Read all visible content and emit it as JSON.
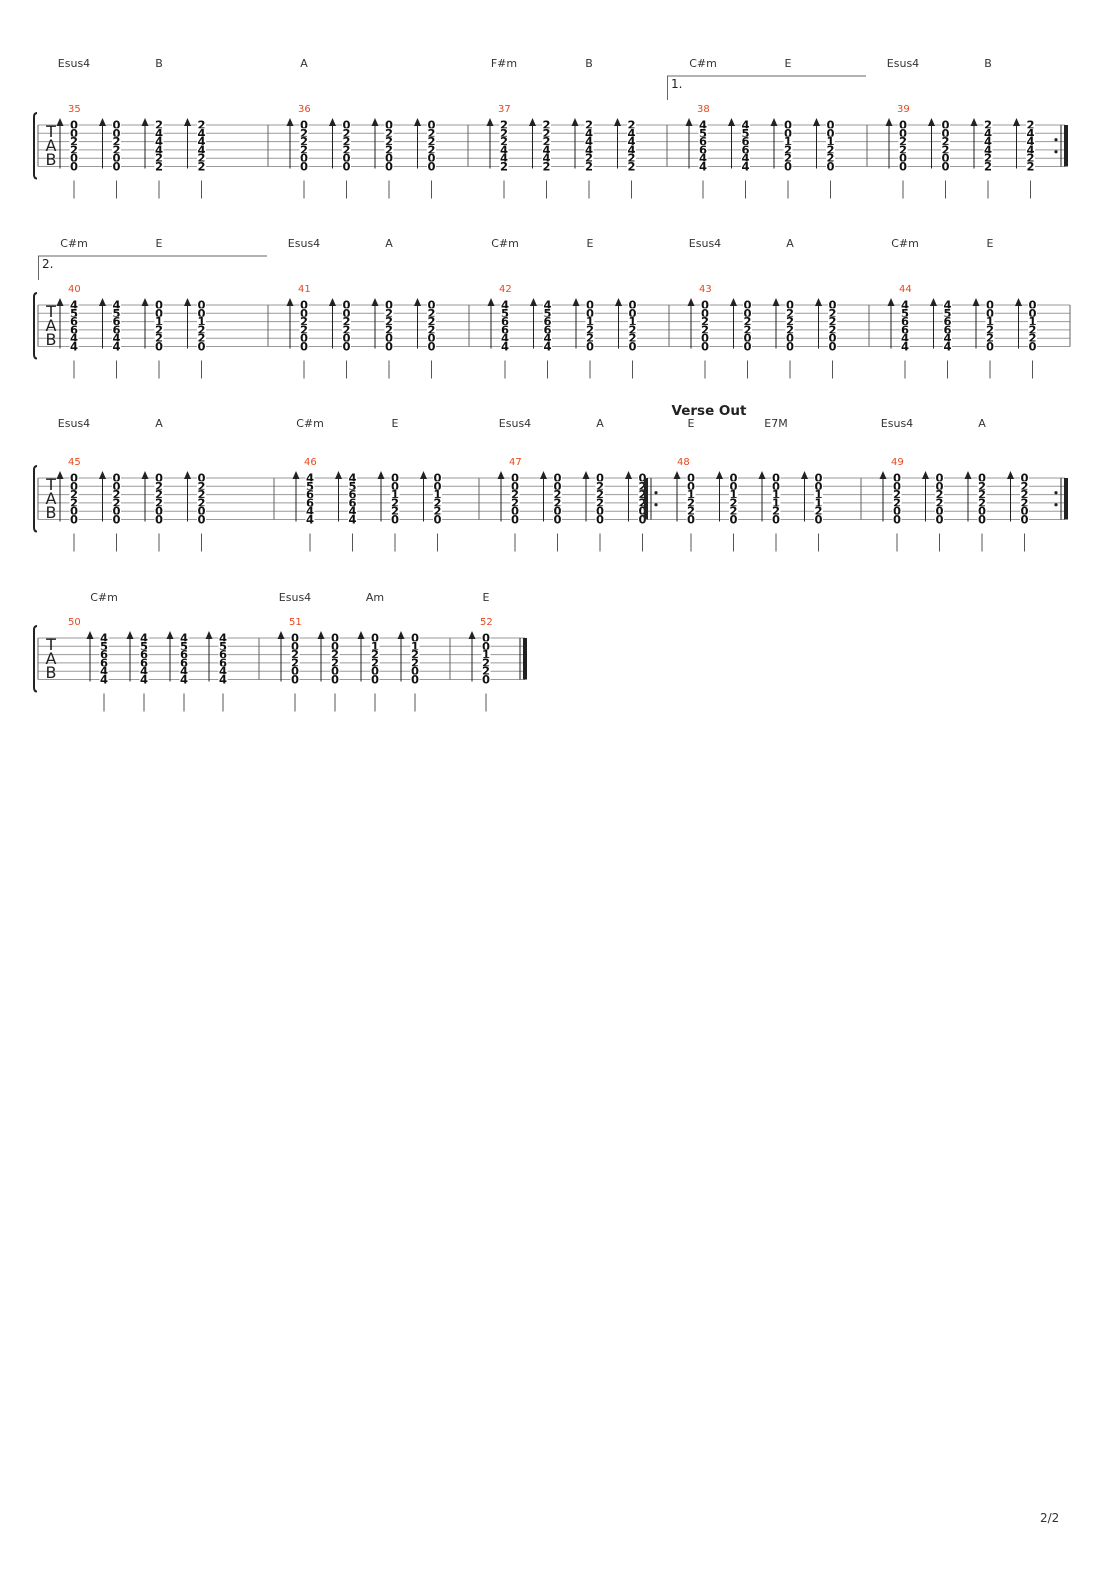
{
  "page_number": "2/2",
  "tab_clef": [
    "T",
    "A",
    "B"
  ],
  "systems": [
    {
      "measures": [
        {
          "number": "35",
          "chords": [
            "Esus4",
            "B"
          ],
          "beats": [
            [
              "0",
              "0",
              "2",
              "2",
              "0",
              "0"
            ],
            [
              "0",
              "0",
              "2",
              "2",
              "0",
              "0"
            ],
            [
              "2",
              "4",
              "4",
              "4",
              "2",
              "2"
            ],
            [
              "2",
              "4",
              "4",
              "4",
              "2",
              "2"
            ]
          ]
        },
        {
          "number": "36",
          "chords": [
            "A"
          ],
          "beats": [
            [
              "0",
              "2",
              "2",
              "2",
              "0",
              "0"
            ],
            [
              "0",
              "2",
              "2",
              "2",
              "0",
              "0"
            ],
            [
              "0",
              "2",
              "2",
              "2",
              "0",
              "0"
            ],
            [
              "0",
              "2",
              "2",
              "2",
              "0",
              "0"
            ]
          ]
        },
        {
          "number": "37",
          "chords": [
            "F#m",
            "B"
          ],
          "beats": [
            [
              "2",
              "2",
              "2",
              "4",
              "4",
              "2"
            ],
            [
              "2",
              "2",
              "2",
              "4",
              "4",
              "2"
            ],
            [
              "2",
              "4",
              "4",
              "4",
              "2",
              "2"
            ],
            [
              "2",
              "4",
              "4",
              "4",
              "2",
              "2"
            ]
          ]
        },
        {
          "number": "38",
          "chords": [
            "C#m",
            "E"
          ],
          "ending": "1.",
          "beats": [
            [
              "4",
              "5",
              "6",
              "6",
              "4",
              "4"
            ],
            [
              "4",
              "5",
              "6",
              "6",
              "4",
              "4"
            ],
            [
              "0",
              "0",
              "1",
              "2",
              "2",
              "0"
            ],
            [
              "0",
              "0",
              "1",
              "2",
              "2",
              "0"
            ]
          ]
        },
        {
          "number": "39",
          "chords": [
            "Esus4",
            "B"
          ],
          "repeat_end": true,
          "beats": [
            [
              "0",
              "0",
              "2",
              "2",
              "0",
              "0"
            ],
            [
              "0",
              "0",
              "2",
              "2",
              "0",
              "0"
            ],
            [
              "2",
              "4",
              "4",
              "4",
              "2",
              "2"
            ],
            [
              "2",
              "4",
              "4",
              "4",
              "2",
              "2"
            ]
          ]
        }
      ]
    },
    {
      "measures": [
        {
          "number": "40",
          "chords": [
            "C#m",
            "E"
          ],
          "ending": "2.",
          "beats": [
            [
              "4",
              "5",
              "6",
              "6",
              "4",
              "4"
            ],
            [
              "4",
              "5",
              "6",
              "6",
              "4",
              "4"
            ],
            [
              "0",
              "0",
              "1",
              "2",
              "2",
              "0"
            ],
            [
              "0",
              "0",
              "1",
              "2",
              "2",
              "0"
            ]
          ]
        },
        {
          "number": "41",
          "chords": [
            "Esus4",
            "A"
          ],
          "beats": [
            [
              "0",
              "0",
              "2",
              "2",
              "0",
              "0"
            ],
            [
              "0",
              "0",
              "2",
              "2",
              "0",
              "0"
            ],
            [
              "0",
              "2",
              "2",
              "2",
              "0",
              "0"
            ],
            [
              "0",
              "2",
              "2",
              "2",
              "0",
              "0"
            ]
          ]
        },
        {
          "number": "42",
          "chords": [
            "C#m",
            "E"
          ],
          "beats": [
            [
              "4",
              "5",
              "6",
              "6",
              "4",
              "4"
            ],
            [
              "4",
              "5",
              "6",
              "6",
              "4",
              "4"
            ],
            [
              "0",
              "0",
              "1",
              "2",
              "2",
              "0"
            ],
            [
              "0",
              "0",
              "1",
              "2",
              "2",
              "0"
            ]
          ]
        },
        {
          "number": "43",
          "chords": [
            "Esus4",
            "A"
          ],
          "beats": [
            [
              "0",
              "0",
              "2",
              "2",
              "0",
              "0"
            ],
            [
              "0",
              "0",
              "2",
              "2",
              "0",
              "0"
            ],
            [
              "0",
              "2",
              "2",
              "2",
              "0",
              "0"
            ],
            [
              "0",
              "2",
              "2",
              "2",
              "0",
              "0"
            ]
          ]
        },
        {
          "number": "44",
          "chords": [
            "C#m",
            "E"
          ],
          "beats": [
            [
              "4",
              "5",
              "6",
              "6",
              "4",
              "4"
            ],
            [
              "4",
              "5",
              "6",
              "6",
              "4",
              "4"
            ],
            [
              "0",
              "0",
              "1",
              "2",
              "2",
              "0"
            ],
            [
              "0",
              "0",
              "1",
              "2",
              "2",
              "0"
            ]
          ]
        }
      ]
    },
    {
      "measures": [
        {
          "number": "45",
          "chords": [
            "Esus4",
            "A"
          ],
          "beats": [
            [
              "0",
              "0",
              "2",
              "2",
              "0",
              "0"
            ],
            [
              "0",
              "0",
              "2",
              "2",
              "0",
              "0"
            ],
            [
              "0",
              "2",
              "2",
              "2",
              "0",
              "0"
            ],
            [
              "0",
              "2",
              "2",
              "2",
              "0",
              "0"
            ]
          ]
        },
        {
          "number": "46",
          "chords": [
            "C#m",
            "E"
          ],
          "beats": [
            [
              "4",
              "5",
              "6",
              "6",
              "4",
              "4"
            ],
            [
              "4",
              "5",
              "6",
              "6",
              "4",
              "4"
            ],
            [
              "0",
              "0",
              "1",
              "2",
              "2",
              "0"
            ],
            [
              "0",
              "0",
              "1",
              "2",
              "2",
              "0"
            ]
          ]
        },
        {
          "number": "47",
          "chords": [
            "Esus4",
            "A"
          ],
          "beats": [
            [
              "0",
              "0",
              "2",
              "2",
              "0",
              "0"
            ],
            [
              "0",
              "0",
              "2",
              "2",
              "0",
              "0"
            ],
            [
              "0",
              "2",
              "2",
              "2",
              "0",
              "0"
            ],
            [
              "0",
              "2",
              "2",
              "2",
              "0",
              "0"
            ]
          ]
        },
        {
          "number": "48",
          "chords": [
            "E",
            "E7M"
          ],
          "section": "Verse Out",
          "repeat_start": true,
          "beats": [
            [
              "0",
              "0",
              "1",
              "2",
              "2",
              "0"
            ],
            [
              "0",
              "0",
              "1",
              "2",
              "2",
              "0"
            ],
            [
              "0",
              "0",
              "1",
              "1",
              "2",
              "0"
            ],
            [
              "0",
              "0",
              "1",
              "1",
              "2",
              "0"
            ]
          ]
        },
        {
          "number": "49",
          "chords": [
            "Esus4",
            "A"
          ],
          "repeat_end": true,
          "beats": [
            [
              "0",
              "0",
              "2",
              "2",
              "0",
              "0"
            ],
            [
              "0",
              "0",
              "2",
              "2",
              "0",
              "0"
            ],
            [
              "0",
              "2",
              "2",
              "2",
              "0",
              "0"
            ],
            [
              "0",
              "2",
              "2",
              "2",
              "0",
              "0"
            ]
          ]
        }
      ]
    },
    {
      "measures": [
        {
          "number": "50",
          "chords": [
            "C#m"
          ],
          "beats": [
            [
              "4",
              "5",
              "6",
              "6",
              "4",
              "4"
            ],
            [
              "4",
              "5",
              "6",
              "6",
              "4",
              "4"
            ],
            [
              "4",
              "5",
              "6",
              "6",
              "4",
              "4"
            ],
            [
              "4",
              "5",
              "6",
              "6",
              "4",
              "4"
            ]
          ]
        },
        {
          "number": "51",
          "chords": [
            "Esus4",
            "Am"
          ],
          "beats": [
            [
              "0",
              "0",
              "2",
              "2",
              "0",
              "0"
            ],
            [
              "0",
              "0",
              "2",
              "2",
              "0",
              "0"
            ],
            [
              "0",
              "1",
              "2",
              "2",
              "0",
              "0"
            ],
            [
              "0",
              "1",
              "2",
              "2",
              "0",
              "0"
            ]
          ]
        },
        {
          "number": "52",
          "chords": [
            "E"
          ],
          "final_barline": true,
          "no_stroke": true,
          "beats": [
            [
              "0",
              "0",
              "1",
              "2",
              "2",
              "0"
            ]
          ]
        }
      ]
    }
  ]
}
